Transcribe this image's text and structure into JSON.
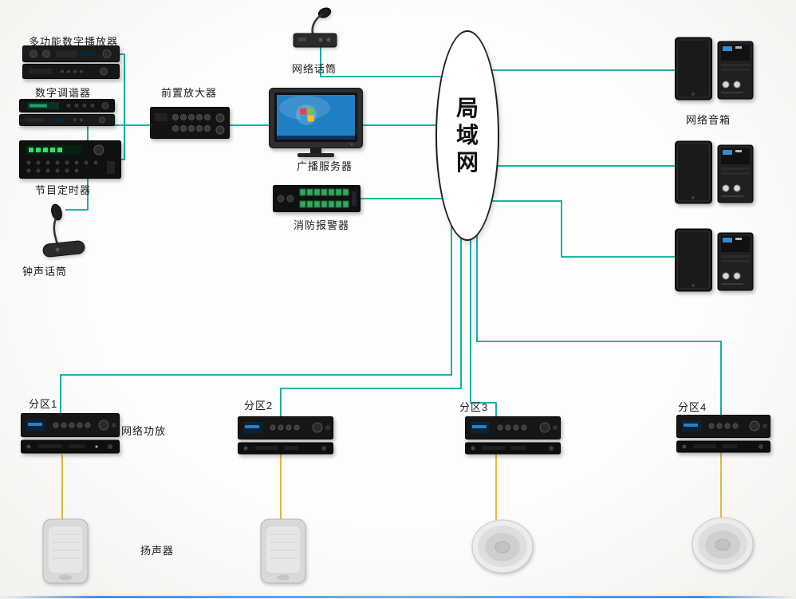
{
  "diagram": {
    "type": "network-broadcast-topology",
    "lan": {
      "label": "局域网",
      "chars": [
        "局",
        "域",
        "网"
      ]
    },
    "nodes": {
      "digital_player": {
        "label": "多功能数字播放器"
      },
      "digital_tuner": {
        "label": "数字调谐器"
      },
      "program_timer": {
        "label": "节目定时器"
      },
      "bell_mic": {
        "label": "钟声话筒"
      },
      "preamp": {
        "label": "前置放大器"
      },
      "network_mic": {
        "label": "网络话筒"
      },
      "broadcast_server": {
        "label": "广播服务器"
      },
      "fire_alarm": {
        "label": "消防报警器"
      },
      "network_speaker": {
        "label": "网络音箱"
      },
      "network_amp": {
        "label": "网络功放"
      },
      "loudspeaker": {
        "label": "扬声器"
      }
    },
    "zones": [
      {
        "label": "分区1"
      },
      {
        "label": "分区2"
      },
      {
        "label": "分区3"
      },
      {
        "label": "分区4"
      }
    ],
    "colors": {
      "wire": "#00a89b",
      "speaker_wire": "#dfb93e",
      "screen_blue": "#1f7fc4"
    }
  }
}
